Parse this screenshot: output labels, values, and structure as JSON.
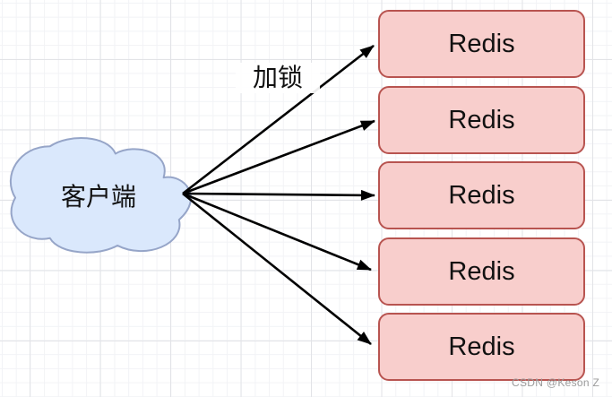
{
  "diagram": {
    "client": {
      "label": "客户端",
      "shape": "cloud"
    },
    "edge_label": "加锁",
    "nodes": [
      {
        "label": "Redis"
      },
      {
        "label": "Redis"
      },
      {
        "label": "Redis"
      },
      {
        "label": "Redis"
      },
      {
        "label": "Redis"
      }
    ],
    "watermark": "CSDN @Keson Z",
    "colors": {
      "cloud_fill": "#dae8fc",
      "cloud_stroke": "#96a5c8",
      "node_fill": "#f8cecc",
      "node_stroke": "#b85450",
      "arrow": "#000000",
      "watermark": "#9b9b9b",
      "grid_minor": "#f2f3f6",
      "grid_major": "#e2e3e7"
    }
  }
}
